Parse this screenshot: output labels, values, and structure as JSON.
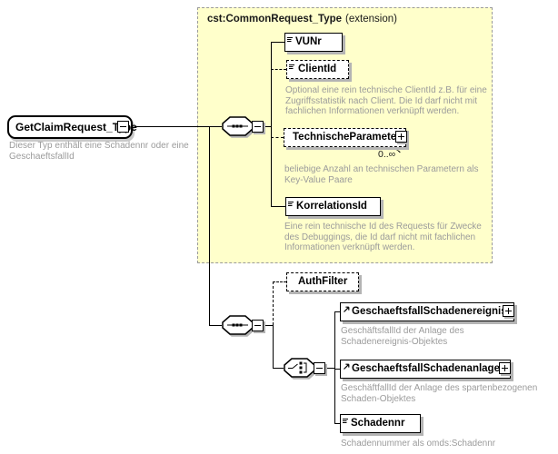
{
  "colors": {
    "extension_background": "#ffffcb",
    "annotation_text": "#9b9b9b",
    "shadow": "#b4b4b4"
  },
  "root": {
    "name": "GetClaimRequest_Type",
    "annotation": "Dieser Typ enthält eine Schadennr oder eine\nGeschaeftsfallId"
  },
  "extension": {
    "title": "cst:CommonRequest_Type",
    "suffix": "(extension)"
  },
  "elements": {
    "vunr": {
      "name": "VUNr"
    },
    "clientid": {
      "name": "ClientId",
      "annotation": "Optional eine rein technische ClientId z.B. für eine\nZugriffsstatistik nach Client. Die Id darf nicht mit\nfachlichen Informationen verknüpft werden."
    },
    "technische_parameter": {
      "name": "TechnischeParameter",
      "occurrence": "0..∞",
      "annotation": "beliebige Anzahl an technischen Parametern als\nKey-Value Paare"
    },
    "korrelationsid": {
      "name": "KorrelationsId",
      "annotation": "Eine rein technische Id des Requests für Zwecke\ndes Debuggings, die Id darf nicht mit fachlichen\nInformationen verknüpft werden."
    },
    "authfilter": {
      "name": "AuthFilter"
    },
    "geschaeftsfall_schadenereignis": {
      "name": "GeschaeftsfallSchadenereignis",
      "annotation": "GeschäftsfallId der Anlage des\nSchadenereignis-Objektes"
    },
    "geschaeftsfall_schadenanlage": {
      "name": "GeschaeftsfallSchadenanlage",
      "annotation": "GeschäftfallId der Anlage des spartenbezogenen\nSchaden-Objektes"
    },
    "schadennr": {
      "name": "Schadennr",
      "annotation": "Schadennummer als omds:Schadennr"
    }
  }
}
